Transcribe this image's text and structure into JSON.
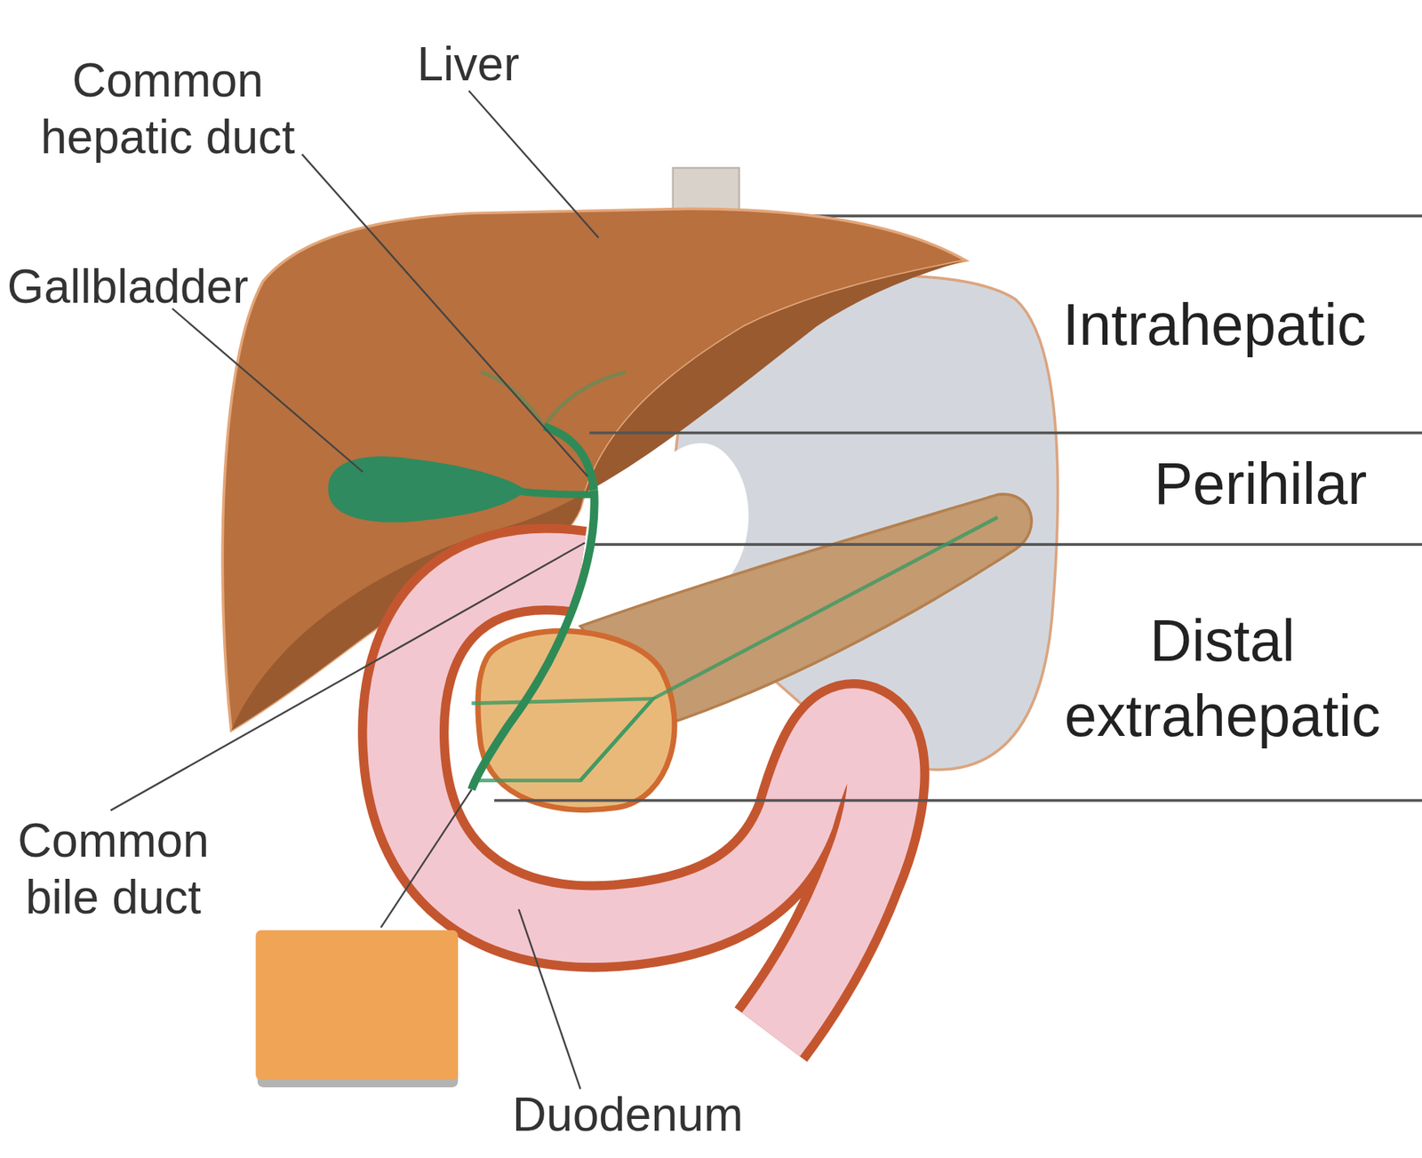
{
  "diagram": {
    "labels": [
      "Common hepatic duct",
      "Liver",
      "Gallbladder",
      "Intrahepatic",
      "Perihilar",
      "Distal extrahepatic",
      "Common bile duct",
      "Duodenum"
    ]
  }
}
